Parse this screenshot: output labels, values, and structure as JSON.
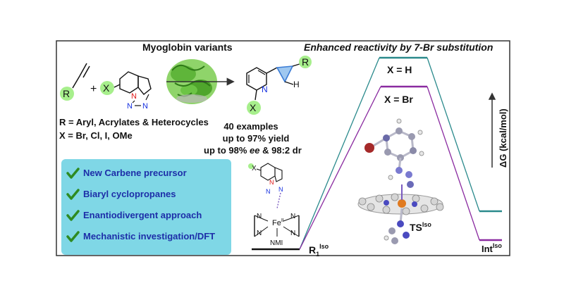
{
  "header": {
    "left_title": "Myoglobin variants",
    "right_title": "Enhanced reactivity by 7-Br substitution"
  },
  "reaction": {
    "plus": "+",
    "reagent_r": "R",
    "reagent_x": "X",
    "atom_n": "N",
    "product_r": "R",
    "product_h": "H",
    "product_x": "X",
    "scope_r": "R = Aryl, Acrylates & Heterocycles",
    "scope_x": "X = Br, Cl, I, OMe"
  },
  "results": {
    "line1": "40 examples",
    "line2": "up to 97% yield",
    "line3_pre": "up to 98%",
    "line3_ee": "ee",
    "line3_post": "& 98:2 dr"
  },
  "features": [
    {
      "label": "New Carbene precursor"
    },
    {
      "label": "Biaryl cyclopropanes"
    },
    {
      "label": "Enantiodivergent approach"
    },
    {
      "label": "Mechanistic investigation/DFT"
    }
  ],
  "complex": {
    "x": "X",
    "fe": "Fe",
    "fe_ox": "II",
    "nmi": "NMI"
  },
  "energy": {
    "axis_label": "ΔG (kcal/mol)",
    "label_h": "X = H",
    "label_br": "X = Br",
    "r1_main": "R",
    "r1_sub": "1",
    "r1_sup": "Iso",
    "ts_main": "TS",
    "ts_sup": "Iso",
    "int_main": "Int",
    "int_sup": "Iso"
  },
  "colors": {
    "frame": "#333333",
    "green_circle": "#a7ef8c",
    "feature_box": "#7fd7e6",
    "feature_text": "#1d2ea8",
    "check": "#2e8b22",
    "teal_path": "#2a8a8c",
    "purple_path": "#8a2aa0",
    "cyclopropane": "#3a7bd5",
    "n_atom": "#1530e0",
    "n_red": "#e01818"
  }
}
